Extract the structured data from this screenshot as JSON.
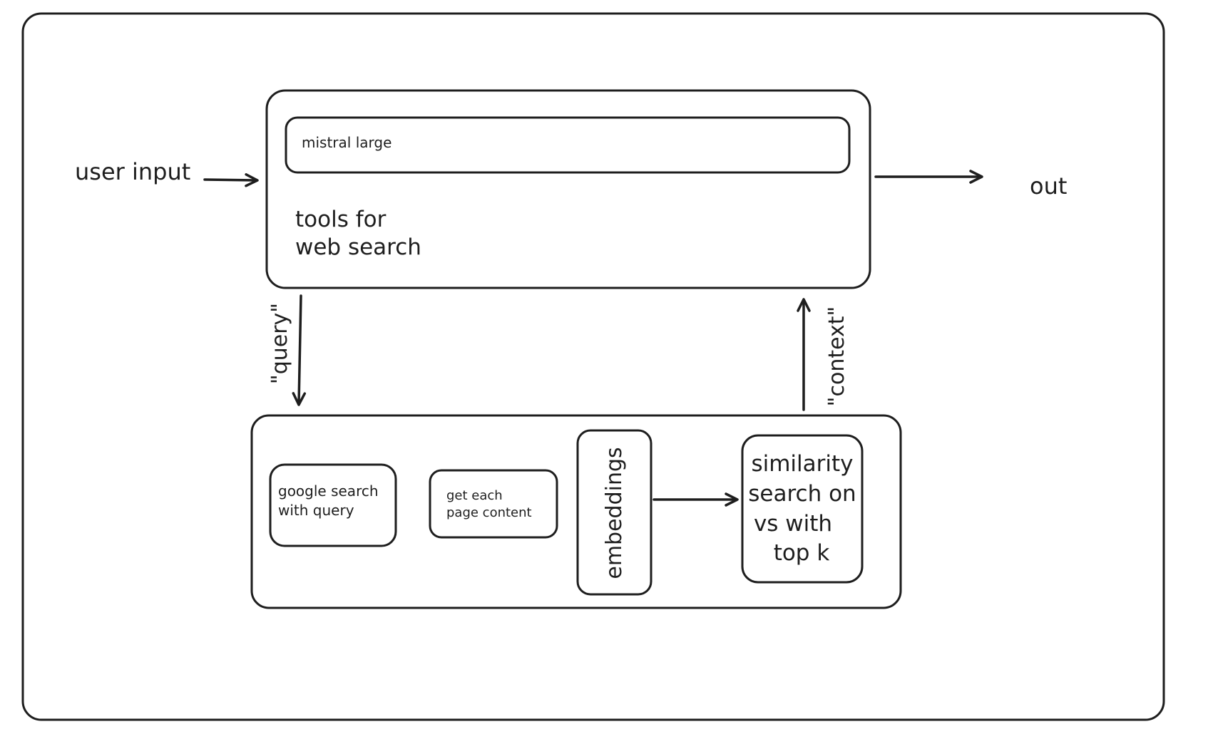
{
  "diagram": {
    "nodes": {
      "user_input": "user input",
      "llm": "mistral large",
      "tools_line1": "tools for",
      "tools_line2": "web search",
      "out": "out",
      "google_line1": "google search",
      "google_line2": "with query",
      "page_line1": "get each",
      "page_line2": "page content",
      "embeddings": "embeddings",
      "similarity_line1": "similarity",
      "similarity_line2": "search on",
      "similarity_line3": "vs with",
      "similarity_line4": "top k"
    },
    "edges": {
      "query": "\"query\"",
      "context": "\"context\""
    }
  }
}
